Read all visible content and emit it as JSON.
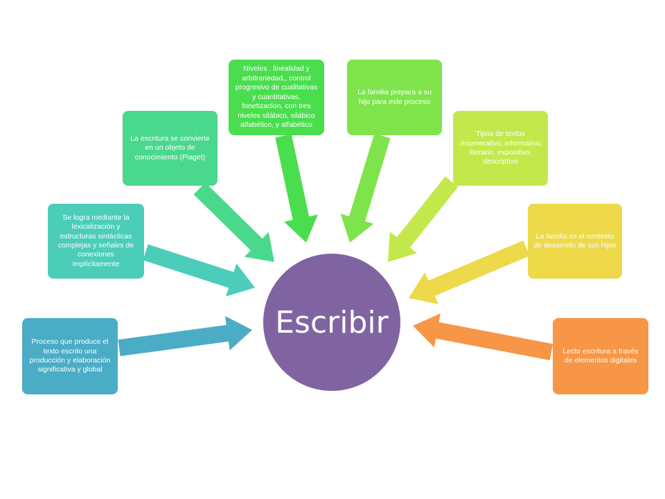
{
  "center": {
    "label": "Escribir",
    "color": "#8064a2"
  },
  "nodes": [
    {
      "id": "n1",
      "text": "Proceso que produce el texto escrito una producción  y elaboración significativa y global",
      "color": "#4bacc6"
    },
    {
      "id": "n2",
      "text": "Se logra mediante la lexicalización y estructuras sintácticas complejas y señales de conexiones implícitamente",
      "color": "#4bcdba"
    },
    {
      "id": "n3",
      "text": "La escritura se convierte en un objeto de conocimiento (Piaget)",
      "color": "#4ad88d"
    },
    {
      "id": "n4",
      "text": "Niveles : linealidad y arbitrariedad,, control progresivo de cualitativas y cuantitativas, fonetizacion, con tres niveles silábico, silábico alfabético, y alfabético",
      "color": "#4ade4e"
    },
    {
      "id": "n5",
      "text": "La familia prepara a su hijo para este proceso",
      "color": "#7fe44c"
    },
    {
      "id": "n6",
      "text": "Tipos de textos ,enumerativo, informativo, literario, expositivo, descriptivo",
      "color": "#c3e84c"
    },
    {
      "id": "n7",
      "text": "La familia es el contexto de desarrollo de sus hijos",
      "color": "#edd94a"
    },
    {
      "id": "n8",
      "text": "Lecto escritura a través de elementos digitales",
      "color": "#f79646"
    }
  ]
}
